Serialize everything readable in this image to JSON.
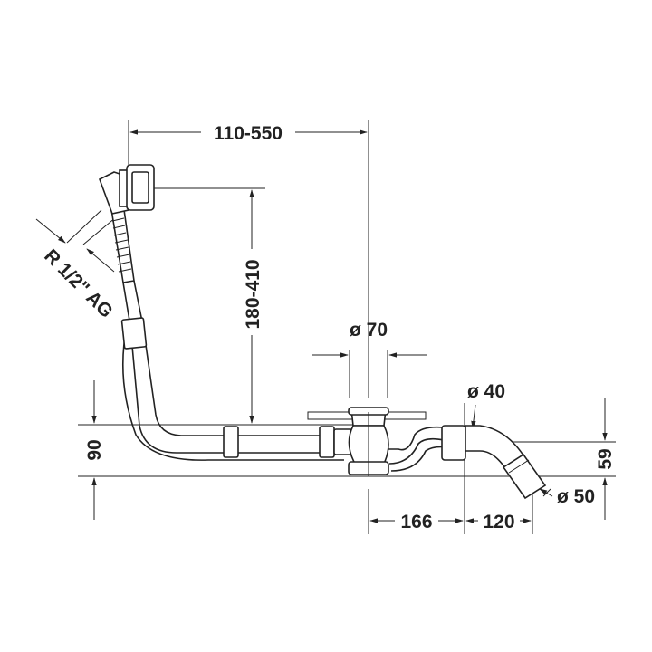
{
  "dimensions": {
    "width_range": "110-550",
    "height_range": "180-410",
    "thread": "R 1/2\" AG",
    "drain_diameter": "ø 70",
    "pipe_diameter": "ø 40",
    "outlet_diameter": "ø 50",
    "depth": "90",
    "outlet_height": "59",
    "spacing_a": "166",
    "spacing_b": "120"
  }
}
